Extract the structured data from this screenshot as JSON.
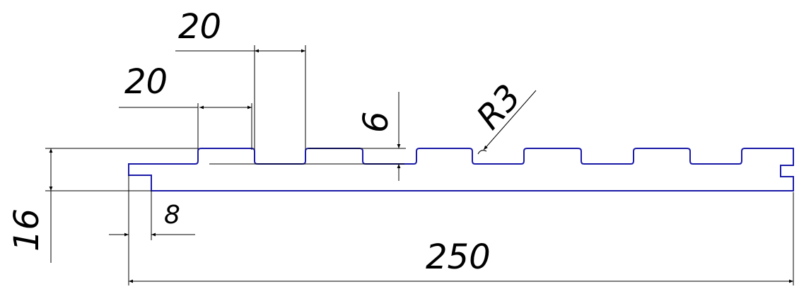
{
  "colors": {
    "profile": "#1a1aa8",
    "dimension": "#000000",
    "background": "#ffffff"
  },
  "dimensions": {
    "groove_width_label": "20",
    "land_width_label": "20",
    "groove_depth_label": "6",
    "radius_label": "R3",
    "thickness_label": "16",
    "tongue_label": "8",
    "overall_width_label": "250"
  }
}
